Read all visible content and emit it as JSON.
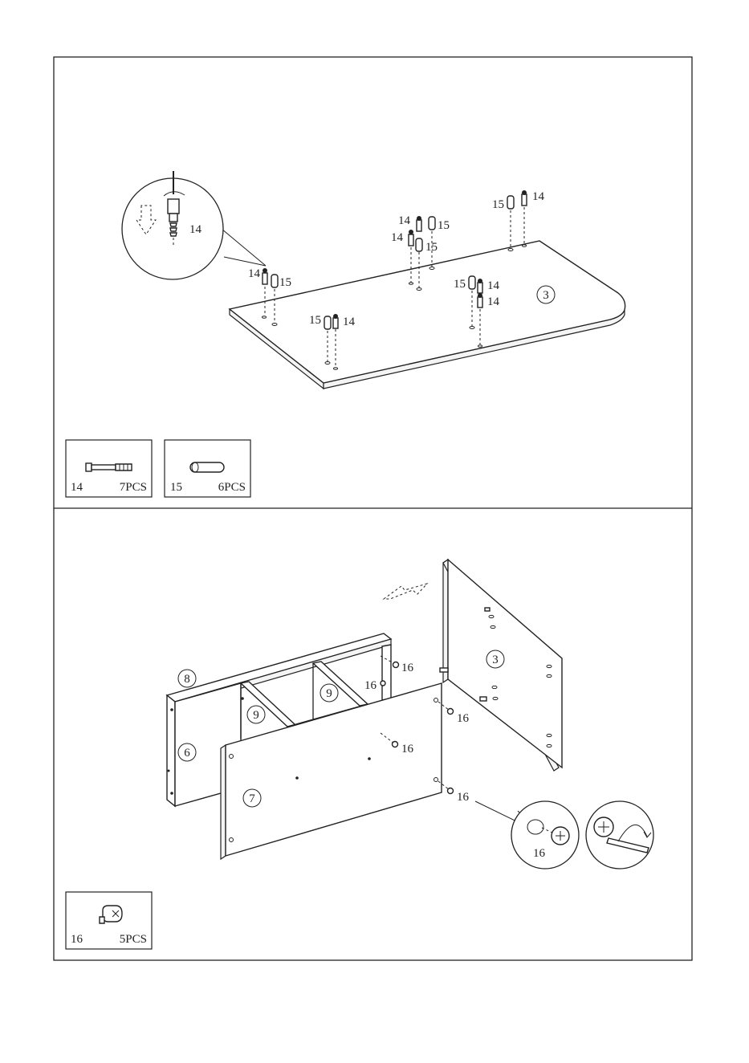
{
  "step1": {
    "parts": [
      {
        "number": "14",
        "quantity": "7PCS",
        "icon": "cam-bolt-icon"
      },
      {
        "number": "15",
        "quantity": "6PCS",
        "icon": "wood-dowel-icon"
      }
    ],
    "board_label": "3",
    "detail_label": "14",
    "callouts": {
      "a14": "14",
      "a15": "15",
      "b15": "15",
      "b14": "14",
      "c14": "14",
      "c14b": "14",
      "c15": "15",
      "c15b": "15",
      "d15": "15",
      "d14": "14",
      "d14b": "14",
      "e15": "15",
      "e14": "14"
    }
  },
  "step2": {
    "parts": [
      {
        "number": "16",
        "quantity": "5PCS",
        "icon": "cam-lock-icon"
      }
    ],
    "panel_labels": {
      "top": "8",
      "left": "6",
      "front": "7",
      "divider_a": "9",
      "divider_b": "9",
      "side": "3"
    },
    "callouts": {
      "f16a": "16",
      "f16b": "16",
      "f16c": "16",
      "f16d": "16",
      "f16e": "16"
    },
    "detail_label": "16"
  }
}
